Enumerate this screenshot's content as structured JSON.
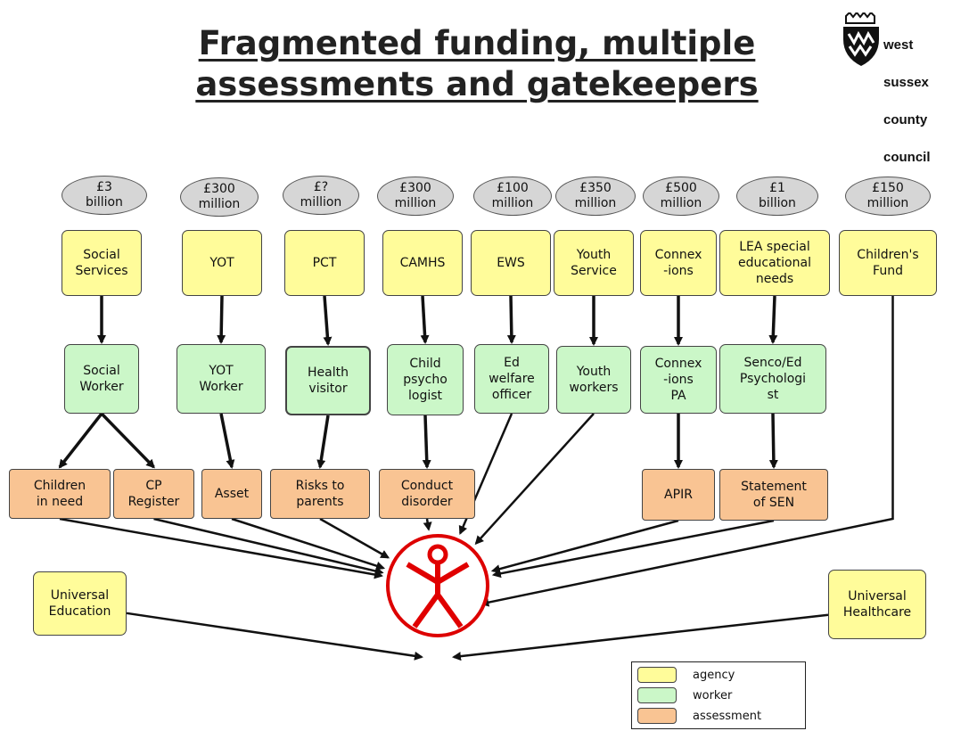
{
  "title": {
    "line1": "Fragmented funding, multiple",
    "line2": "assessments and gatekeepers"
  },
  "logo": {
    "lines": [
      "west",
      "sussex",
      "county",
      "council"
    ],
    "icon": "county-crest-icon"
  },
  "colors": {
    "agency": "#fffc9a",
    "worker": "#cbf7c8",
    "assessment": "#f9c493",
    "funding": "#d6d6d6",
    "child": "#dd0000"
  },
  "funding": [
    {
      "id": "f1",
      "label": "£3\nbillion"
    },
    {
      "id": "f2",
      "label": "£300\nmillion"
    },
    {
      "id": "f3",
      "label": "£?\nmillion"
    },
    {
      "id": "f4",
      "label": "£300\nmillion"
    },
    {
      "id": "f5",
      "label": "£100\nmillion"
    },
    {
      "id": "f6",
      "label": "£350\nmillion"
    },
    {
      "id": "f7",
      "label": "£500\nmillion"
    },
    {
      "id": "f8",
      "label": "£1\nbillion"
    },
    {
      "id": "f9",
      "label": "£150\nmillion"
    }
  ],
  "agencies": [
    {
      "id": "a1",
      "label": "Social\nServices"
    },
    {
      "id": "a2",
      "label": "YOT"
    },
    {
      "id": "a3",
      "label": "PCT"
    },
    {
      "id": "a4",
      "label": "CAMHS"
    },
    {
      "id": "a5",
      "label": "EWS"
    },
    {
      "id": "a6",
      "label": "Youth\nService"
    },
    {
      "id": "a7",
      "label": "Connex\n-ions"
    },
    {
      "id": "a8",
      "label": "LEA special\neducational\nneeds"
    },
    {
      "id": "a9",
      "label": "Children's\nFund"
    },
    {
      "id": "a10",
      "label": "Universal\nEducation"
    },
    {
      "id": "a11",
      "label": "Universal\nHealthcare"
    }
  ],
  "workers": [
    {
      "id": "w1",
      "label": "Social\nWorker"
    },
    {
      "id": "w2",
      "label": "YOT\nWorker"
    },
    {
      "id": "w3",
      "label": "Health\nvisitor"
    },
    {
      "id": "w4",
      "label": "Child\npsycho\nlogist"
    },
    {
      "id": "w5",
      "label": "Ed\nwelfare\nofficer"
    },
    {
      "id": "w6",
      "label": "Youth\nworkers"
    },
    {
      "id": "w7",
      "label": "Connex\n-ions\nPA"
    },
    {
      "id": "w8",
      "label": "Senco/Ed\nPsychologi\nst"
    }
  ],
  "assessments": [
    {
      "id": "s1",
      "label": "Children\nin need"
    },
    {
      "id": "s2",
      "label": "CP\nRegister"
    },
    {
      "id": "s3",
      "label": "Asset"
    },
    {
      "id": "s4",
      "label": "Risks to\nparents"
    },
    {
      "id": "s5",
      "label": "Conduct\ndisorder"
    },
    {
      "id": "s6",
      "label": "APIR"
    },
    {
      "id": "s7",
      "label": "Statement\nof SEN"
    }
  ],
  "links": [
    [
      "a1",
      "w1"
    ],
    [
      "a2",
      "w2"
    ],
    [
      "a3",
      "w3"
    ],
    [
      "a4",
      "w4"
    ],
    [
      "a5",
      "w5"
    ],
    [
      "a6",
      "w6"
    ],
    [
      "a7",
      "w7"
    ],
    [
      "a8",
      "w8"
    ],
    [
      "w1",
      "s1"
    ],
    [
      "w1",
      "s2"
    ],
    [
      "w2",
      "s3"
    ],
    [
      "w3",
      "s4"
    ],
    [
      "w4",
      "s5"
    ],
    [
      "w7",
      "s6"
    ],
    [
      "w8",
      "s7"
    ],
    [
      "s1",
      "child"
    ],
    [
      "s2",
      "child"
    ],
    [
      "s3",
      "child"
    ],
    [
      "s4",
      "child"
    ],
    [
      "s5",
      "child"
    ],
    [
      "w5",
      "child"
    ],
    [
      "w6",
      "child"
    ],
    [
      "s6",
      "child"
    ],
    [
      "s7",
      "child"
    ],
    [
      "a9",
      "child"
    ],
    [
      "a10",
      "child"
    ],
    [
      "a11",
      "child"
    ]
  ],
  "child_icon": "person-icon",
  "legend": [
    {
      "type": "agency",
      "label": "agency"
    },
    {
      "type": "worker",
      "label": "worker"
    },
    {
      "type": "assessment",
      "label": "assessment"
    }
  ]
}
